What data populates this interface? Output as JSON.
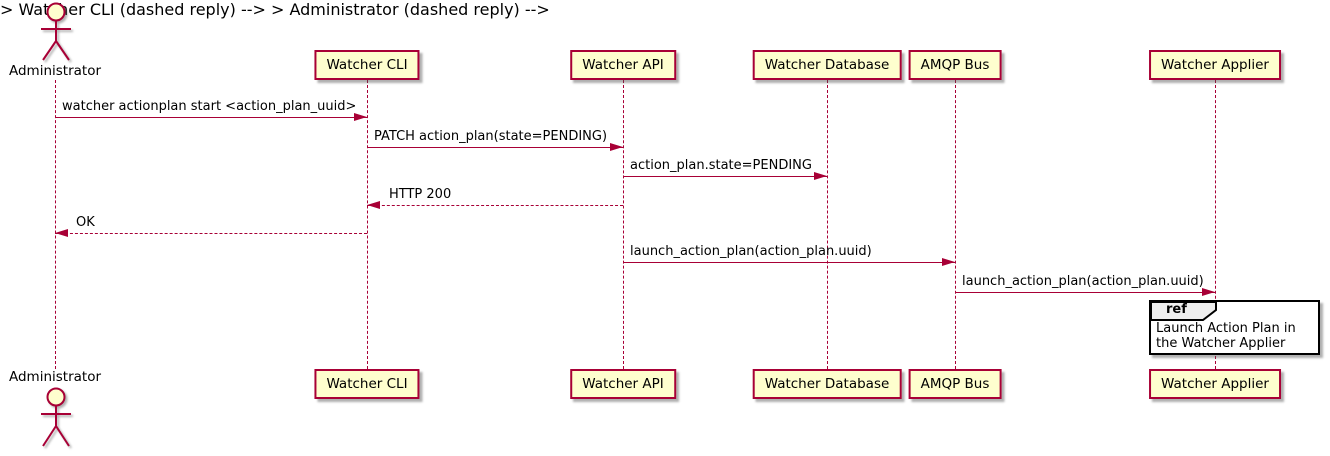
{
  "diagram_type": "uml-sequence-diagram",
  "colors": {
    "participant_fill": "#FEFECE",
    "participant_border": "#A80036",
    "arrow": "#A80036",
    "lifeline": "#A80036",
    "text": "#000000",
    "ref_border": "#000000",
    "ref_tab_fill": "#EEEEEE",
    "background": "#FFFFFF"
  },
  "actor": {
    "label": "Administrator"
  },
  "participants": [
    {
      "label": "Watcher CLI"
    },
    {
      "label": "Watcher API"
    },
    {
      "label": "Watcher Database"
    },
    {
      "label": "AMQP Bus"
    },
    {
      "label": "Watcher Applier"
    }
  ],
  "messages": [
    {
      "from": "Administrator",
      "to": "Watcher CLI",
      "style": "solid",
      "label": "watcher actionplan start <action_plan_uuid>"
    },
    {
      "from": "Watcher CLI",
      "to": "Watcher API",
      "style": "solid",
      "label": "PATCH action_plan(state=PENDING)"
    },
    {
      "from": "Watcher API",
      "to": "Watcher Database",
      "style": "solid",
      "label": "action_plan.state=PENDING"
    },
    {
      "from": "Watcher API",
      "to": "Watcher CLI",
      "style": "dashed",
      "label": "HTTP 200"
    },
    {
      "from": "Watcher CLI",
      "to": "Administrator",
      "style": "dashed",
      "label": "OK"
    },
    {
      "from": "Watcher API",
      "to": "AMQP Bus",
      "style": "solid",
      "label": "launch_action_plan(action_plan.uuid)"
    },
    {
      "from": "AMQP Bus",
      "to": "Watcher Applier",
      "style": "solid",
      "label": "launch_action_plan(action_plan.uuid)"
    }
  ],
  "ref_fragment": {
    "keyword": "ref",
    "label": "Launch Action Plan in the Watcher Applier"
  }
}
